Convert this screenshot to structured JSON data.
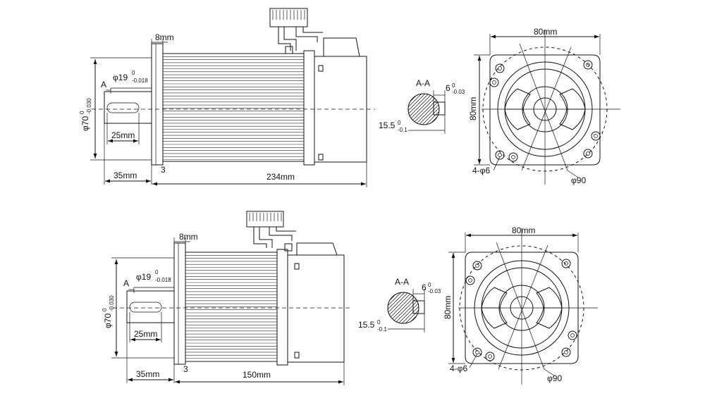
{
  "views": [
    {
      "id": "top",
      "side": {
        "flange_thickness": "8mm",
        "shaft_dia": "φ19",
        "shaft_dia_tol_upper": "0",
        "shaft_dia_tol_lower": "-0.018",
        "section_marker": "A",
        "pilot_dia": "φ70",
        "pilot_dia_tol_upper": "0",
        "pilot_dia_tol_lower": "-0.030",
        "key_length": "25mm",
        "shaft_length": "35mm",
        "step": "3",
        "body_length": "234mm"
      },
      "section": {
        "title": "A-A",
        "key_width": "6",
        "key_width_tol_upper": "0",
        "key_width_tol_lower": "-0.03",
        "key_depth": "15.5",
        "key_depth_tol_upper": "0",
        "key_depth_tol_lower": "-0.1"
      },
      "front": {
        "width": "80mm",
        "height": "80mm",
        "holes": "4-φ6",
        "pcd": "φ90"
      }
    },
    {
      "id": "bottom",
      "side": {
        "flange_thickness": "8mm",
        "shaft_dia": "φ19",
        "shaft_dia_tol_upper": "0",
        "shaft_dia_tol_lower": "-0.018",
        "section_marker": "A",
        "pilot_dia": "φ70",
        "pilot_dia_tol_upper": "0",
        "pilot_dia_tol_lower": "-0.030",
        "key_length": "25mm",
        "shaft_length": "35mm",
        "step": "3",
        "body_length": "150mm"
      },
      "section": {
        "title": "A-A",
        "key_width": "6",
        "key_width_tol_upper": "0",
        "key_width_tol_lower": "-0.03",
        "key_depth": "15.5",
        "key_depth_tol_upper": "0",
        "key_depth_tol_lower": "-0.1"
      },
      "front": {
        "width": "80mm",
        "height": "80mm",
        "holes": "4-φ6",
        "pcd": "φ90"
      }
    }
  ]
}
